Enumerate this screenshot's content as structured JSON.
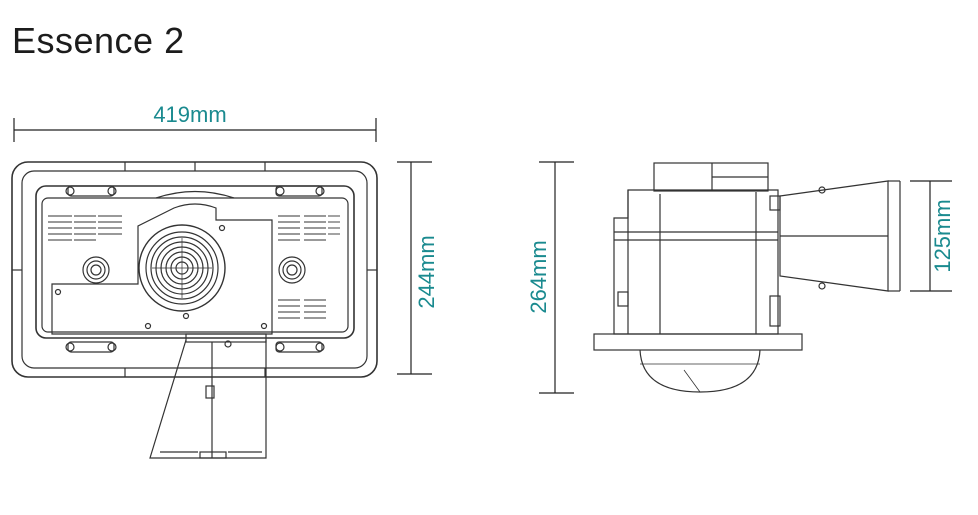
{
  "title": "Essence 2",
  "dimensions": {
    "width": "419mm",
    "height_front": "244mm",
    "height_side": "264mm",
    "duct": "125mm"
  },
  "colors": {
    "dimension_text": "#1a8a8f",
    "line": "#333333"
  }
}
